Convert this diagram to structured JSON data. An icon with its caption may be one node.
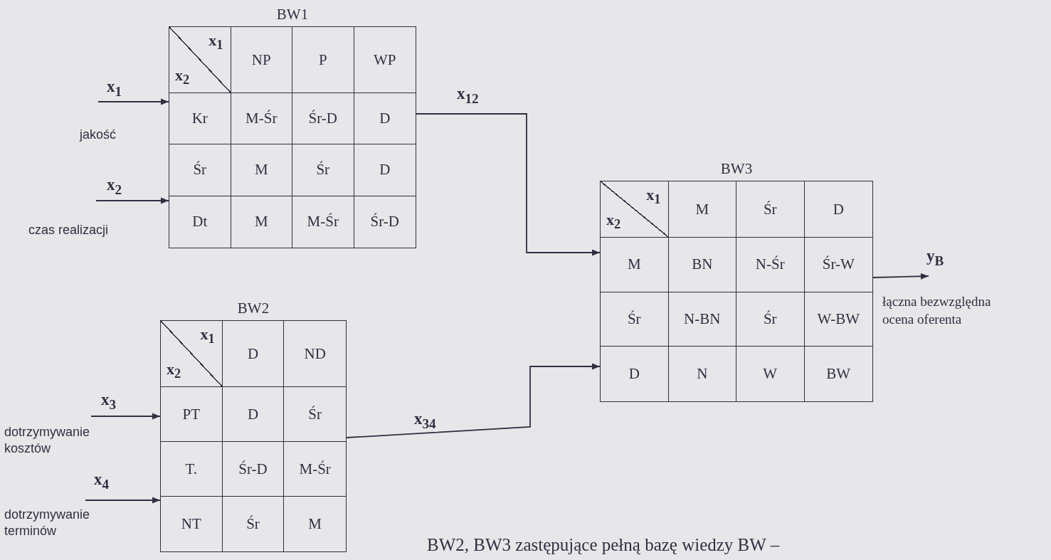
{
  "diagram": {
    "caption": "BW2, BW3 zastępujące pełną bazę wiedzy BW –",
    "nodes": [
      {
        "text": [
          "BW1",
          "x$_{1}$",
          "x$_{2}$",
          "NP",
          "P",
          "WP",
          "Kr",
          "M-Śr",
          "Śr-D",
          "D",
          "Śr",
          "M",
          "Śr",
          "D",
          "Dt",
          "M",
          "M-Śr",
          "Śr-D"
        ]
      },
      {
        "text": [
          "BW2",
          "x$_{1}$",
          "x$_{2}$",
          "D",
          "ND",
          "PT",
          "D",
          "Śr",
          "T.",
          "Śr-D",
          "M-Śr",
          "NT",
          "Śr",
          "M"
        ]
      },
      {
        "text": [
          "BW3",
          "x$_{1}$",
          "x$_{2}$",
          "M",
          "Śr",
          "D",
          "M",
          "BN",
          "N-Śr",
          "Śr-W",
          "Śr",
          "N-BN",
          "Śr",
          "W-BW",
          "D",
          "N",
          "W",
          "BW"
        ]
      }
    ],
    "edges": [
      {
        "from": null,
        "to": 0,
        "arrow": "to",
        "label": "x$_{1}$"
      },
      {
        "from": null,
        "to": 0,
        "arrow": "to",
        "label": "x$_{2}$"
      },
      {
        "from": 0,
        "to": 2,
        "arrow": "to",
        "label": "x$_{12}$"
      },
      {
        "from": null,
        "to": 1,
        "arrow": "to",
        "label": "x$_{3}$"
      },
      {
        "from": null,
        "to": 1,
        "arrow": "to",
        "label": "x$_{4}$"
      },
      {
        "from": 1,
        "to": 2,
        "arrow": "to",
        "label": "x$_{34}$"
      },
      {
        "from": 2,
        "to": null,
        "arrow": "to",
        "label": "y$_{B}$"
      }
    ],
    "labels": [
      "jakość",
      "czas realizacji",
      "łączna bezwzględna ocena oferenta",
      "dotrzymywanie kosztów",
      "dotrzymywanie terminów"
    ]
  }
}
